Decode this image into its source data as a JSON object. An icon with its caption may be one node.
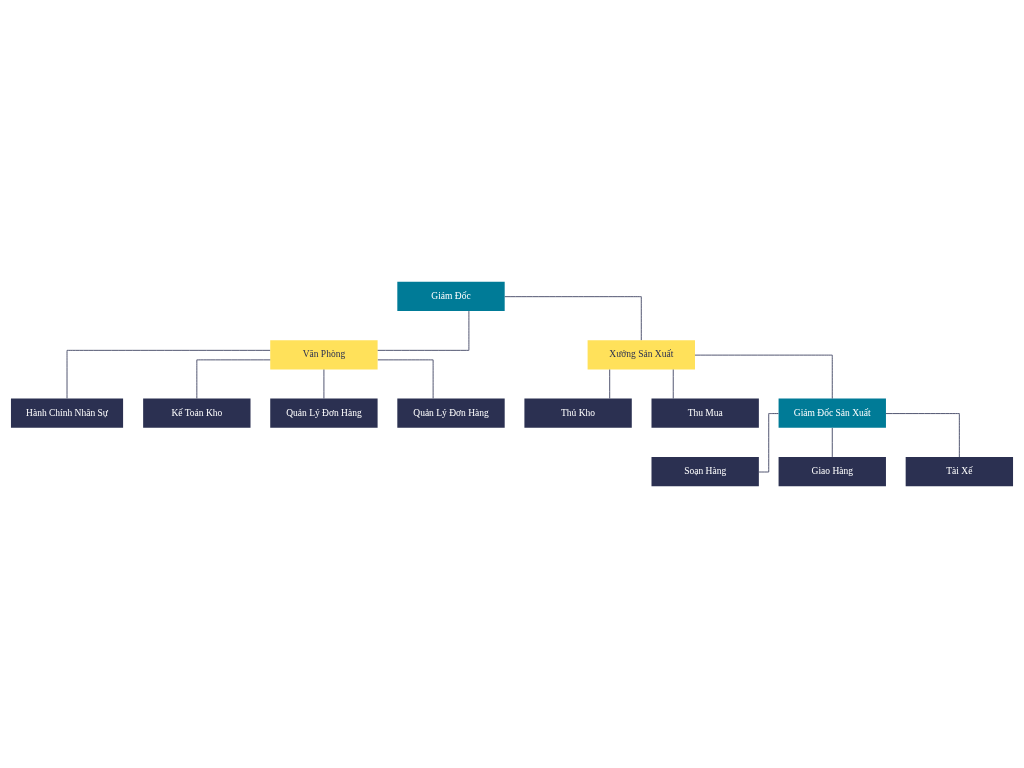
{
  "diagram": {
    "nodes": [
      {
        "text": [
          "Giám Đốc"
        ]
      },
      {
        "text": [
          "Văn Phòng"
        ]
      },
      {
        "text": [
          "Xưởng Sản Xuất"
        ]
      },
      {
        "text": [
          "Hành Chính Nhân Sự"
        ]
      },
      {
        "text": [
          "Kế Toán Kho"
        ]
      },
      {
        "text": [
          "Quản Lý Đơn Hàng"
        ]
      },
      {
        "text": [
          "Quản Lý Đơn Hàng"
        ]
      },
      {
        "text": [
          "Thủ Kho"
        ]
      },
      {
        "text": [
          "Thu Mua"
        ]
      },
      {
        "text": [
          "Giám Đốc Sản Xuất"
        ]
      },
      {
        "text": [
          "Soạn Hàng"
        ]
      },
      {
        "text": [
          "Giao Hàng"
        ]
      },
      {
        "text": [
          "Tài Xế"
        ]
      }
    ],
    "edges": [
      {
        "from": 0,
        "to": 1,
        "arrow": "none"
      },
      {
        "from": 0,
        "to": 2,
        "arrow": "none"
      },
      {
        "from": 1,
        "to": 3,
        "arrow": "none"
      },
      {
        "from": 1,
        "to": 4,
        "arrow": "none"
      },
      {
        "from": 1,
        "to": 5,
        "arrow": "none"
      },
      {
        "from": 1,
        "to": 6,
        "arrow": "none"
      },
      {
        "from": 2,
        "to": 7,
        "arrow": "none"
      },
      {
        "from": 2,
        "to": 8,
        "arrow": "none"
      },
      {
        "from": 2,
        "to": 9,
        "arrow": "none"
      },
      {
        "from": 9,
        "to": 10,
        "arrow": "none"
      },
      {
        "from": 9,
        "to": 11,
        "arrow": "none"
      },
      {
        "from": 9,
        "to": 12,
        "arrow": "none"
      }
    ]
  }
}
